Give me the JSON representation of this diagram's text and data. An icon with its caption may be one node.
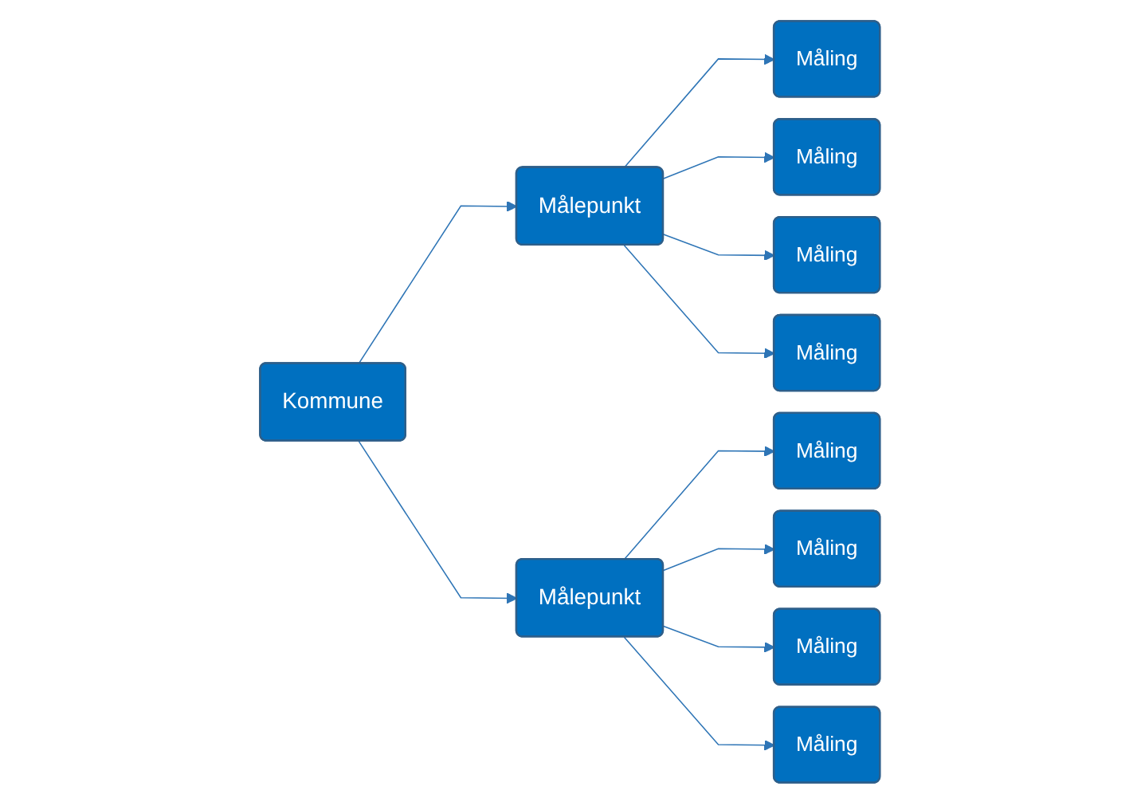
{
  "diagram": {
    "nodes": [
      {
        "text": [
          "Kommune"
        ]
      },
      {
        "text": [
          "Målepunkt"
        ]
      },
      {
        "text": [
          "Målepunkt"
        ]
      },
      {
        "text": [
          "Måling"
        ]
      },
      {
        "text": [
          "Måling"
        ]
      },
      {
        "text": [
          "Måling"
        ]
      },
      {
        "text": [
          "Måling"
        ]
      },
      {
        "text": [
          "Måling"
        ]
      },
      {
        "text": [
          "Måling"
        ]
      },
      {
        "text": [
          "Måling"
        ]
      },
      {
        "text": [
          "Måling"
        ]
      }
    ],
    "edges": [
      {
        "from": 0,
        "to": 1,
        "arrow": "to"
      },
      {
        "from": 0,
        "to": 2,
        "arrow": "to"
      },
      {
        "from": 1,
        "to": 3,
        "arrow": "to"
      },
      {
        "from": 1,
        "to": 4,
        "arrow": "to"
      },
      {
        "from": 1,
        "to": 5,
        "arrow": "to"
      },
      {
        "from": 1,
        "to": 6,
        "arrow": "to"
      },
      {
        "from": 2,
        "to": 7,
        "arrow": "to"
      },
      {
        "from": 2,
        "to": 8,
        "arrow": "to"
      },
      {
        "from": 2,
        "to": 9,
        "arrow": "to"
      },
      {
        "from": 2,
        "to": 10,
        "arrow": "to"
      }
    ]
  }
}
